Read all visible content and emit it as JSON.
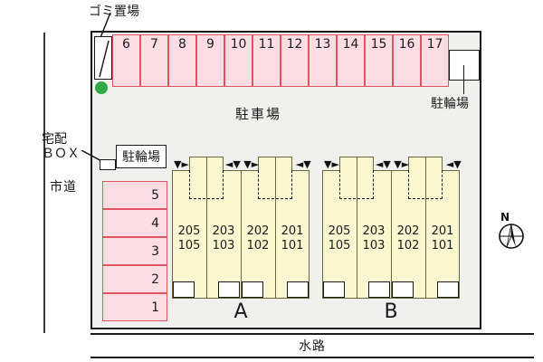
{
  "plan": {
    "title": "apartment-site-plan",
    "colors": {
      "stall_fill": "#fbdde3",
      "stall_border": "#e0555f",
      "building_fill": "#faf6cf",
      "building_border": "#6b6a3a",
      "site_bg": "#f0f0ee",
      "outline": "#1a1a1a",
      "marker_green": "#2faa46"
    }
  },
  "labels": {
    "trash_area": "ゴミ置場",
    "bike_parking_right": "駐輪場",
    "bike_parking_left": "駐輪場",
    "delivery_box": "宅配\nＢＯＸ",
    "delivery_box_line1": "宅配",
    "delivery_box_line2": "ＢＯＸ",
    "city_road": "市道",
    "parking_lot": "駐車場",
    "waterway": "水路",
    "compass_north": "N"
  },
  "parking": {
    "top_row": {
      "name": "top-parking-row",
      "stalls": [
        "6",
        "7",
        "8",
        "9",
        "10",
        "11",
        "12",
        "13",
        "14",
        "15",
        "16",
        "17"
      ]
    },
    "left_column": {
      "name": "left-parking-column",
      "stalls": [
        "5",
        "4",
        "3",
        "2",
        "1"
      ]
    }
  },
  "buildings": [
    {
      "name": "A",
      "units": [
        {
          "upper": "205",
          "lower": "105"
        },
        {
          "upper": "203",
          "lower": "103"
        },
        {
          "upper": "202",
          "lower": "102"
        },
        {
          "upper": "201",
          "lower": "101"
        }
      ],
      "arrow_markers": "▼► ◄▼ ▼► ◄▼"
    },
    {
      "name": "B",
      "units": [
        {
          "upper": "205",
          "lower": "105"
        },
        {
          "upper": "203",
          "lower": "103"
        },
        {
          "upper": "202",
          "lower": "102"
        },
        {
          "upper": "201",
          "lower": "101"
        }
      ],
      "arrow_markers": "▼► ◄▼ ▼► ◄▼"
    }
  ]
}
